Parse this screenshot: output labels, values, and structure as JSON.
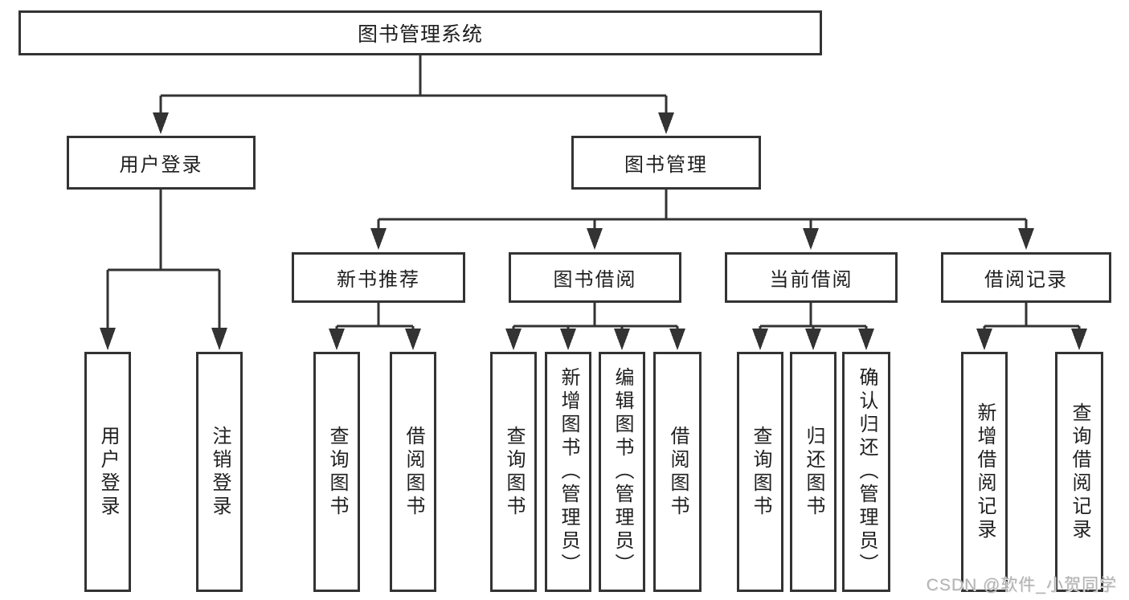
{
  "tree": {
    "label": "图书管理系统",
    "children": [
      {
        "label": "用户登录",
        "children": [
          {
            "label": "用户登录"
          },
          {
            "label": "注销登录"
          }
        ]
      },
      {
        "label": "图书管理",
        "children": [
          {
            "label": "新书推荐",
            "children": [
              {
                "label": "查询图书"
              },
              {
                "label": "借阅图书"
              }
            ]
          },
          {
            "label": "图书借阅",
            "children": [
              {
                "label": "查询图书"
              },
              {
                "label": "新增图书（管理员）"
              },
              {
                "label": "编辑图书（管理员）"
              },
              {
                "label": "借阅图书"
              }
            ]
          },
          {
            "label": "当前借阅",
            "children": [
              {
                "label": "查询图书"
              },
              {
                "label": "归还图书"
              },
              {
                "label": "确认归还（管理员）"
              }
            ]
          },
          {
            "label": "借阅记录",
            "children": [
              {
                "label": "新增借阅记录"
              },
              {
                "label": "查询借阅记录"
              }
            ]
          }
        ]
      }
    ]
  },
  "watermark": {
    "text": "CSDN @软件_小贺同学"
  },
  "colors": {
    "line": "#333333",
    "box_border": "#333333",
    "box_fill": "#ffffff",
    "text": "#1f1f1f",
    "watermark": "#b3b3b3",
    "background": "#ffffff"
  }
}
